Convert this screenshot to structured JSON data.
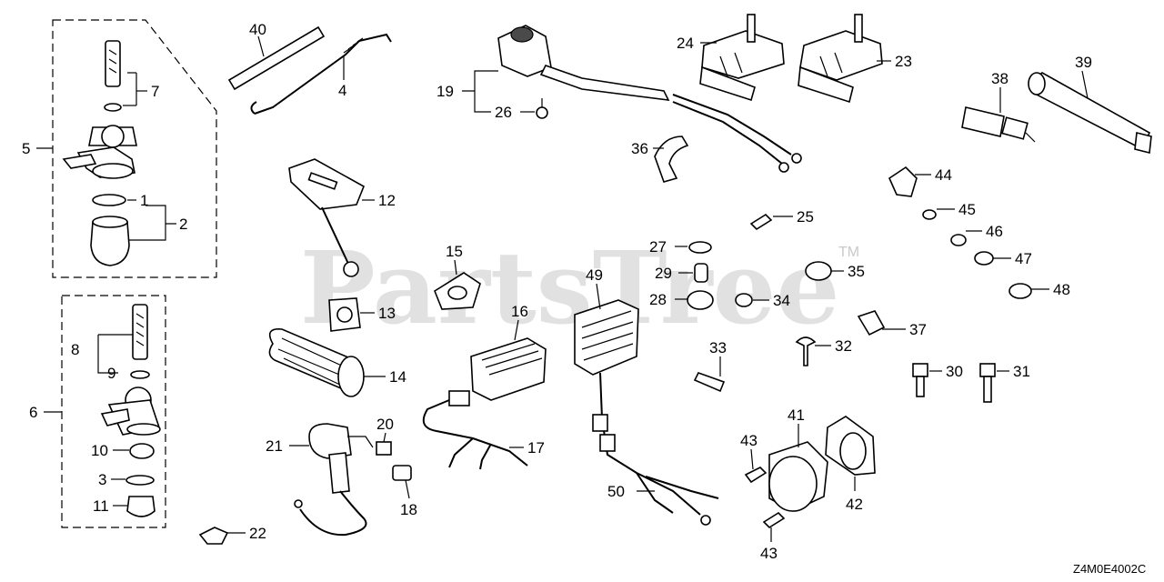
{
  "watermark": {
    "text": "PartsTree",
    "tm": "TM"
  },
  "diagram_code": "Z4M0E4002C",
  "callouts": {
    "c1": "1",
    "c2": "2",
    "c3": "3",
    "c4": "4",
    "c5": "5",
    "c6": "6",
    "c7": "7",
    "c8": "8",
    "c9": "9",
    "c10": "10",
    "c11": "11",
    "c12": "12",
    "c13": "13",
    "c14": "14",
    "c15": "15",
    "c16": "16",
    "c17": "17",
    "c18": "18",
    "c19": "19",
    "c20": "20",
    "c21": "21",
    "c22": "22",
    "c23": "23",
    "c24": "24",
    "c25": "25",
    "c26": "26",
    "c27": "27",
    "c28": "28",
    "c29": "29",
    "c30": "30",
    "c31": "31",
    "c32": "32",
    "c33": "33",
    "c34": "34",
    "c35": "35",
    "c36": "36",
    "c37": "37",
    "c38": "38",
    "c39": "39",
    "c40": "40",
    "c41": "41",
    "c42": "42",
    "c43a": "43",
    "c43b": "43",
    "c44": "44",
    "c45": "45",
    "c46": "46",
    "c47": "47",
    "c48": "48",
    "c49": "49",
    "c50": "50"
  }
}
